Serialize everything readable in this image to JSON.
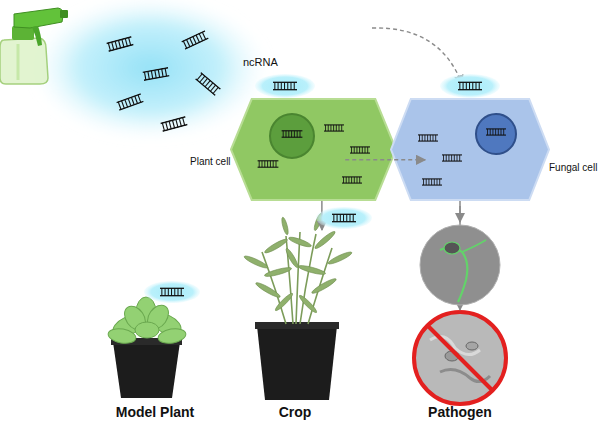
{
  "diagram": {
    "nodes": [
      {
        "text": [
          "Plant cell"
        ]
      },
      {
        "text": [
          "Fungal cell"
        ]
      },
      {
        "text": [
          "Model Plant"
        ]
      },
      {
        "text": [
          "Crop"
        ]
      },
      {
        "text": [
          "Pathogen"
        ]
      }
    ],
    "edges": [
      {
        "from": 0,
        "to": 1,
        "arrow": "to"
      },
      {
        "from": 0,
        "to": 3,
        "arrow": "to"
      },
      {
        "from": 1,
        "to": 4,
        "arrow": "to"
      }
    ],
    "labels": [
      "ncRNA"
    ]
  }
}
